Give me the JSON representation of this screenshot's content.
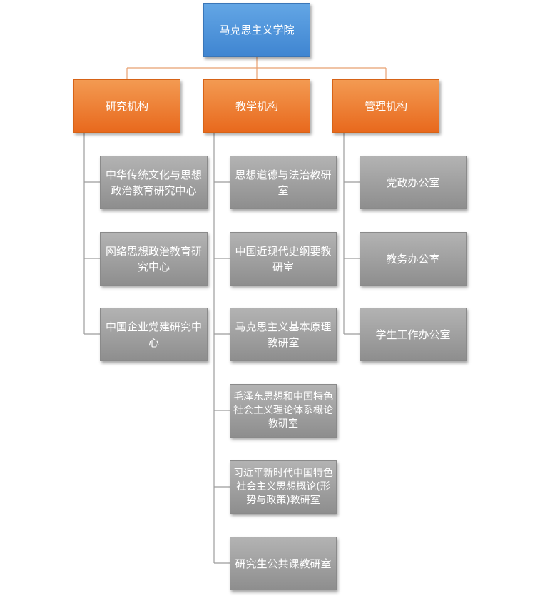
{
  "root": {
    "label": "马克思主义学院"
  },
  "categories": [
    {
      "label": "研究机构",
      "children": [
        "中华传统文化与思想政治教育研究中心",
        "网络思想政治教育研究中心",
        "中国企业党建研究中心"
      ]
    },
    {
      "label": "教学机构",
      "children": [
        "思想道德与法治教研室",
        "中国近现代史纲要教研室",
        "马克思主义基本原理教研室",
        "毛泽东思想和中国特色社会主义理论体系概论教研室",
        "习近平新时代中国特色社会主义思想概论(形势与政策)教研室",
        "研究生公共课教研室"
      ]
    },
    {
      "label": "管理机构",
      "children": [
        "党政办公室",
        "教务办公室",
        "学生工作办公室"
      ]
    }
  ],
  "colors": {
    "root": "#4a90d9",
    "category": "#ed7d31",
    "leaf": "#a5a5a5",
    "line_top": "#ed9a5b",
    "line_tree": "#9c9c9c"
  }
}
